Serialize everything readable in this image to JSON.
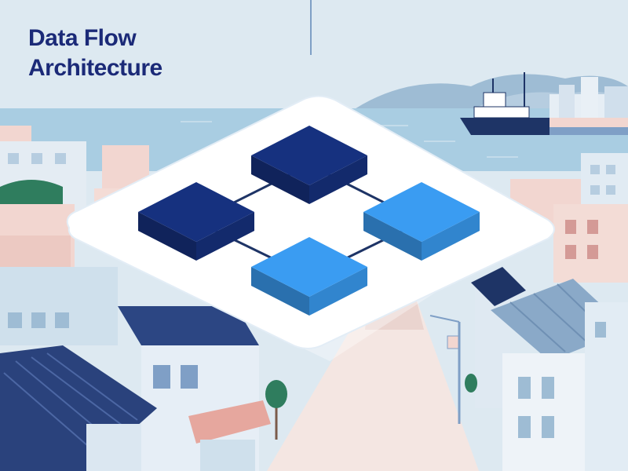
{
  "title": {
    "line1": "Data Flow",
    "line2": "Architecture"
  },
  "diagram": {
    "type": "network-architecture",
    "nodes": [
      {
        "id": "top-node",
        "color": "#16317f"
      },
      {
        "id": "left-node",
        "color": "#16317f"
      },
      {
        "id": "right-node",
        "color": "#3a9cf2"
      },
      {
        "id": "bottom-node",
        "color": "#3a9cf2"
      }
    ],
    "connections": [
      [
        "top-node",
        "left-node"
      ],
      [
        "top-node",
        "right-node"
      ],
      [
        "left-node",
        "bottom-node"
      ],
      [
        "right-node",
        "bottom-node"
      ]
    ]
  },
  "colors": {
    "sky": "#dde9f1",
    "sea": "#a9cde2",
    "platform": "#ffffff",
    "dark_node": "#16317f",
    "light_node": "#3a9cf2",
    "title": "#1b2a78",
    "roof_navy": "#1e3466",
    "roof_blue": "#8aa9c8",
    "wall_pink": "#f2d6d0",
    "wall_light": "#e8eef4"
  }
}
